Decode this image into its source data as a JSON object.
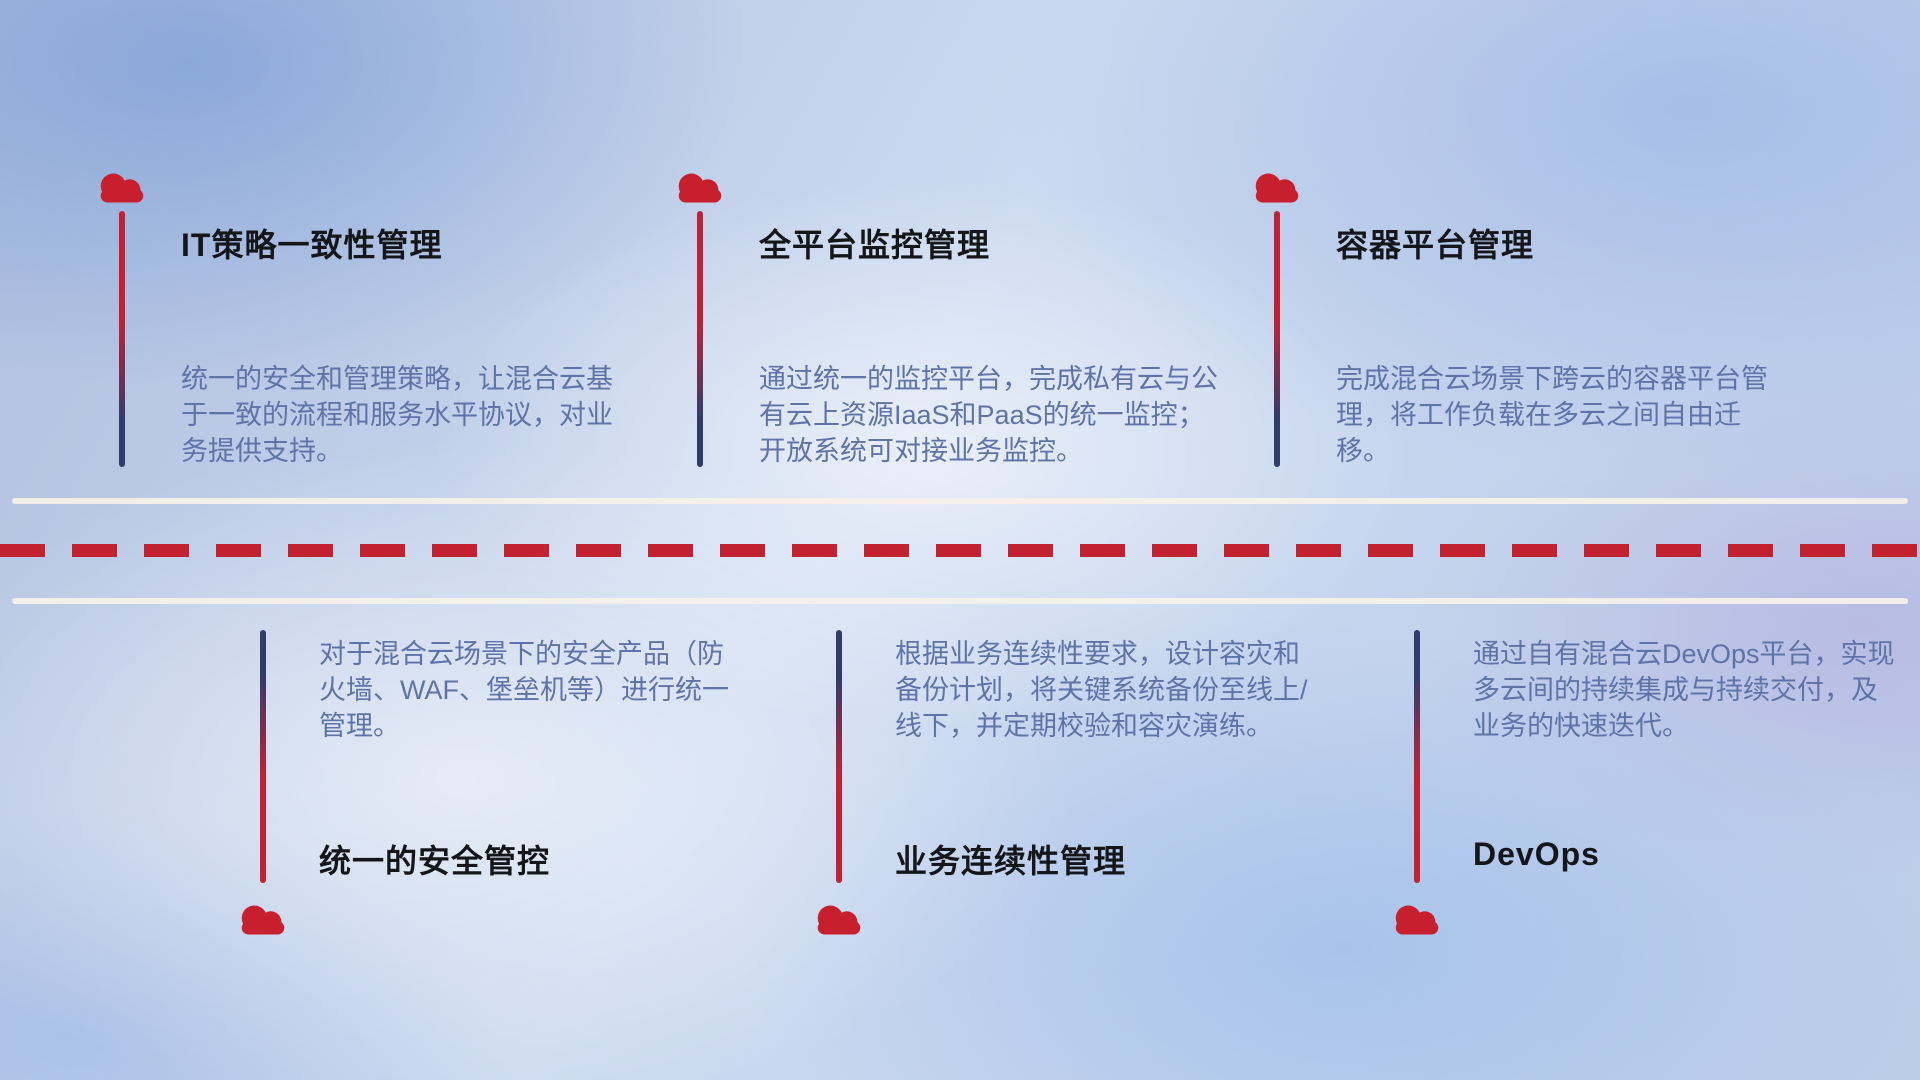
{
  "colors": {
    "accent_red": "#c22134",
    "line_navy": "#303d6a",
    "title_text": "#15161a",
    "desc_text": "#5e73a8",
    "road_white": "#f5f0e9"
  },
  "top_items": [
    {
      "icon": "cloud-icon",
      "title": "IT策略一致性管理",
      "desc": "统一的安全和管理策略，让混合云基于一致的流程和服务水平协议，对业务提供支持。"
    },
    {
      "icon": "cloud-icon",
      "title": "全平台监控管理",
      "desc": "通过统一的监控平台，完成私有云与公有云上资源IaaS和PaaS的统一监控；开放系统可对接业务监控。"
    },
    {
      "icon": "cloud-icon",
      "title": "容器平台管理",
      "desc": "完成混合云场景下跨云的容器平台管理，将工作负载在多云之间自由迁移。"
    }
  ],
  "bottom_items": [
    {
      "icon": "cloud-icon",
      "title": "统一的安全管控",
      "desc": "对于混合云场景下的安全产品（防火墙、WAF、堡垒机等）进行统一管理。"
    },
    {
      "icon": "cloud-icon",
      "title": "业务连续性管理",
      "desc": "根据业务连续性要求，设计容灾和备份计划，将关键系统备份至线上/线下，并定期校验和容灾演练。"
    },
    {
      "icon": "cloud-icon",
      "title": "DevOps",
      "desc": "通过自有混合云DevOps平台，实现多云间的持续集成与持续交付，及业务的快速迭代。"
    }
  ]
}
